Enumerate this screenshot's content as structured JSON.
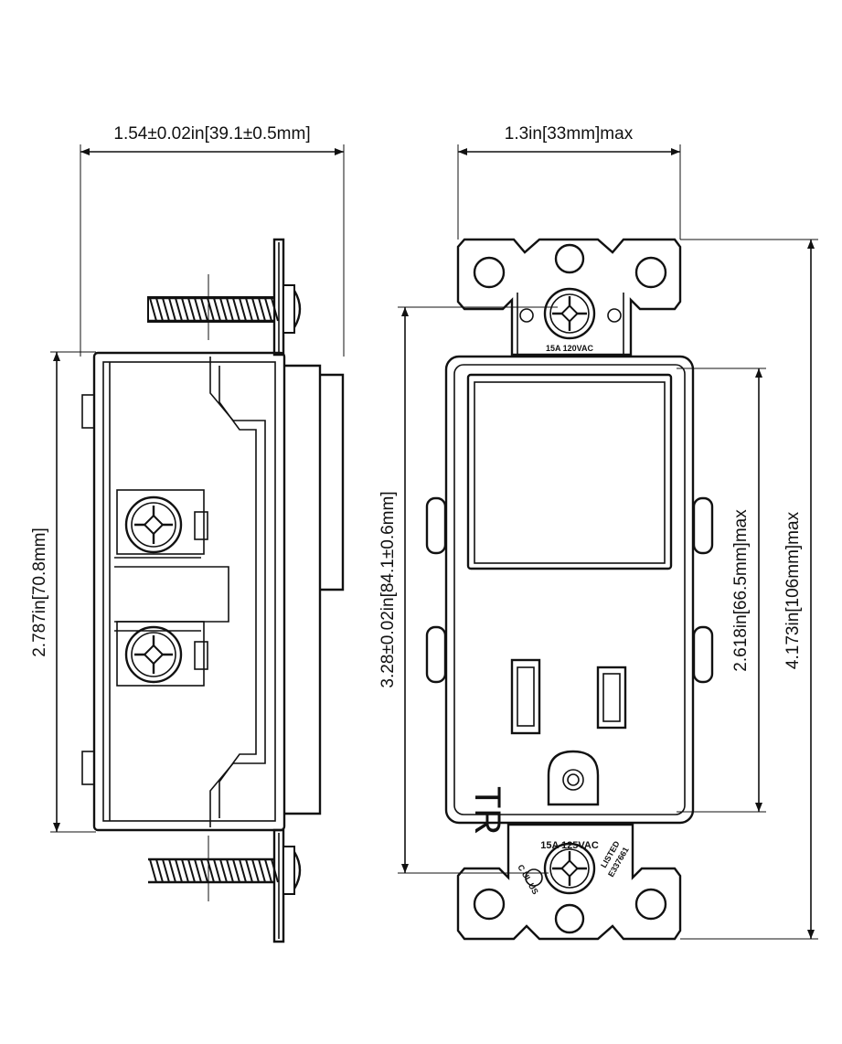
{
  "dimensions": {
    "side_width": "1.54±0.02in[39.1±0.5mm]",
    "side_height": "2.787in[70.8mm]",
    "front_width": "1.3in[33mm]max",
    "front_body_height": "3.28±0.02in[84.1±0.6mm]",
    "front_face_height": "2.618in[66.5mm]max",
    "front_total_height": "4.173in[106mm]max"
  },
  "markings": {
    "top_strap_rating": "15A 120VAC",
    "bottom_strap_rating": "15A 125VAC",
    "tamper_resistant": "TR",
    "cert_mark": "C UL US",
    "listed_text": "LISTED",
    "listed_code": "E337661"
  }
}
